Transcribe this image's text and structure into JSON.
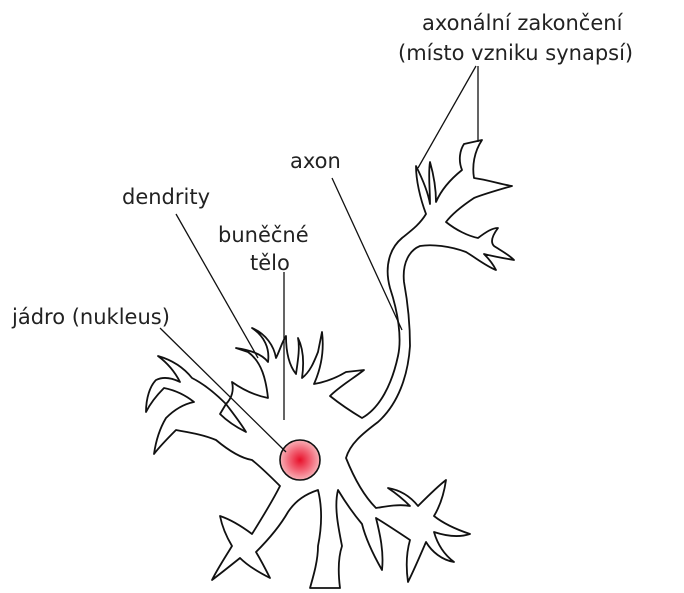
{
  "diagram": {
    "labels": {
      "axon_terminal_line1": "axonální zakončení",
      "axon_terminal_line2": "(místo vzniku synapsí)",
      "axon": "axon",
      "dendrites": "dendrity",
      "cell_body_line1": "buněčné",
      "cell_body_line2": "tělo",
      "nucleus": "jádro (nukleus)"
    },
    "colors": {
      "outline": "#111111",
      "nucleus_fill": "#f4a3a8",
      "nucleus_center": "#e8102a",
      "text": "#222222"
    }
  }
}
